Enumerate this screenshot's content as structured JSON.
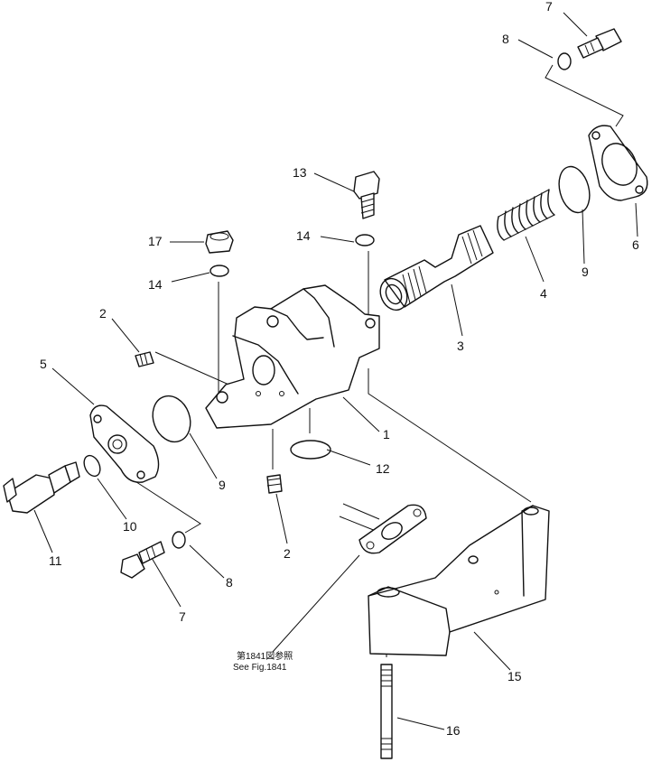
{
  "callouts": {
    "c1": "1",
    "c2a": "2",
    "c2b": "2",
    "c3": "3",
    "c4": "4",
    "c5": "5",
    "c6": "6",
    "c7a": "7",
    "c7b": "7",
    "c8a": "8",
    "c8b": "8",
    "c9a": "9",
    "c9b": "9",
    "c10": "10",
    "c11": "11",
    "c12": "12",
    "c13": "13",
    "c14a": "14",
    "c14b": "14",
    "c15": "15",
    "c16": "16",
    "c17": "17"
  },
  "reference_note": {
    "line1": "第1841図参照",
    "line2": "See Fig.1841"
  }
}
